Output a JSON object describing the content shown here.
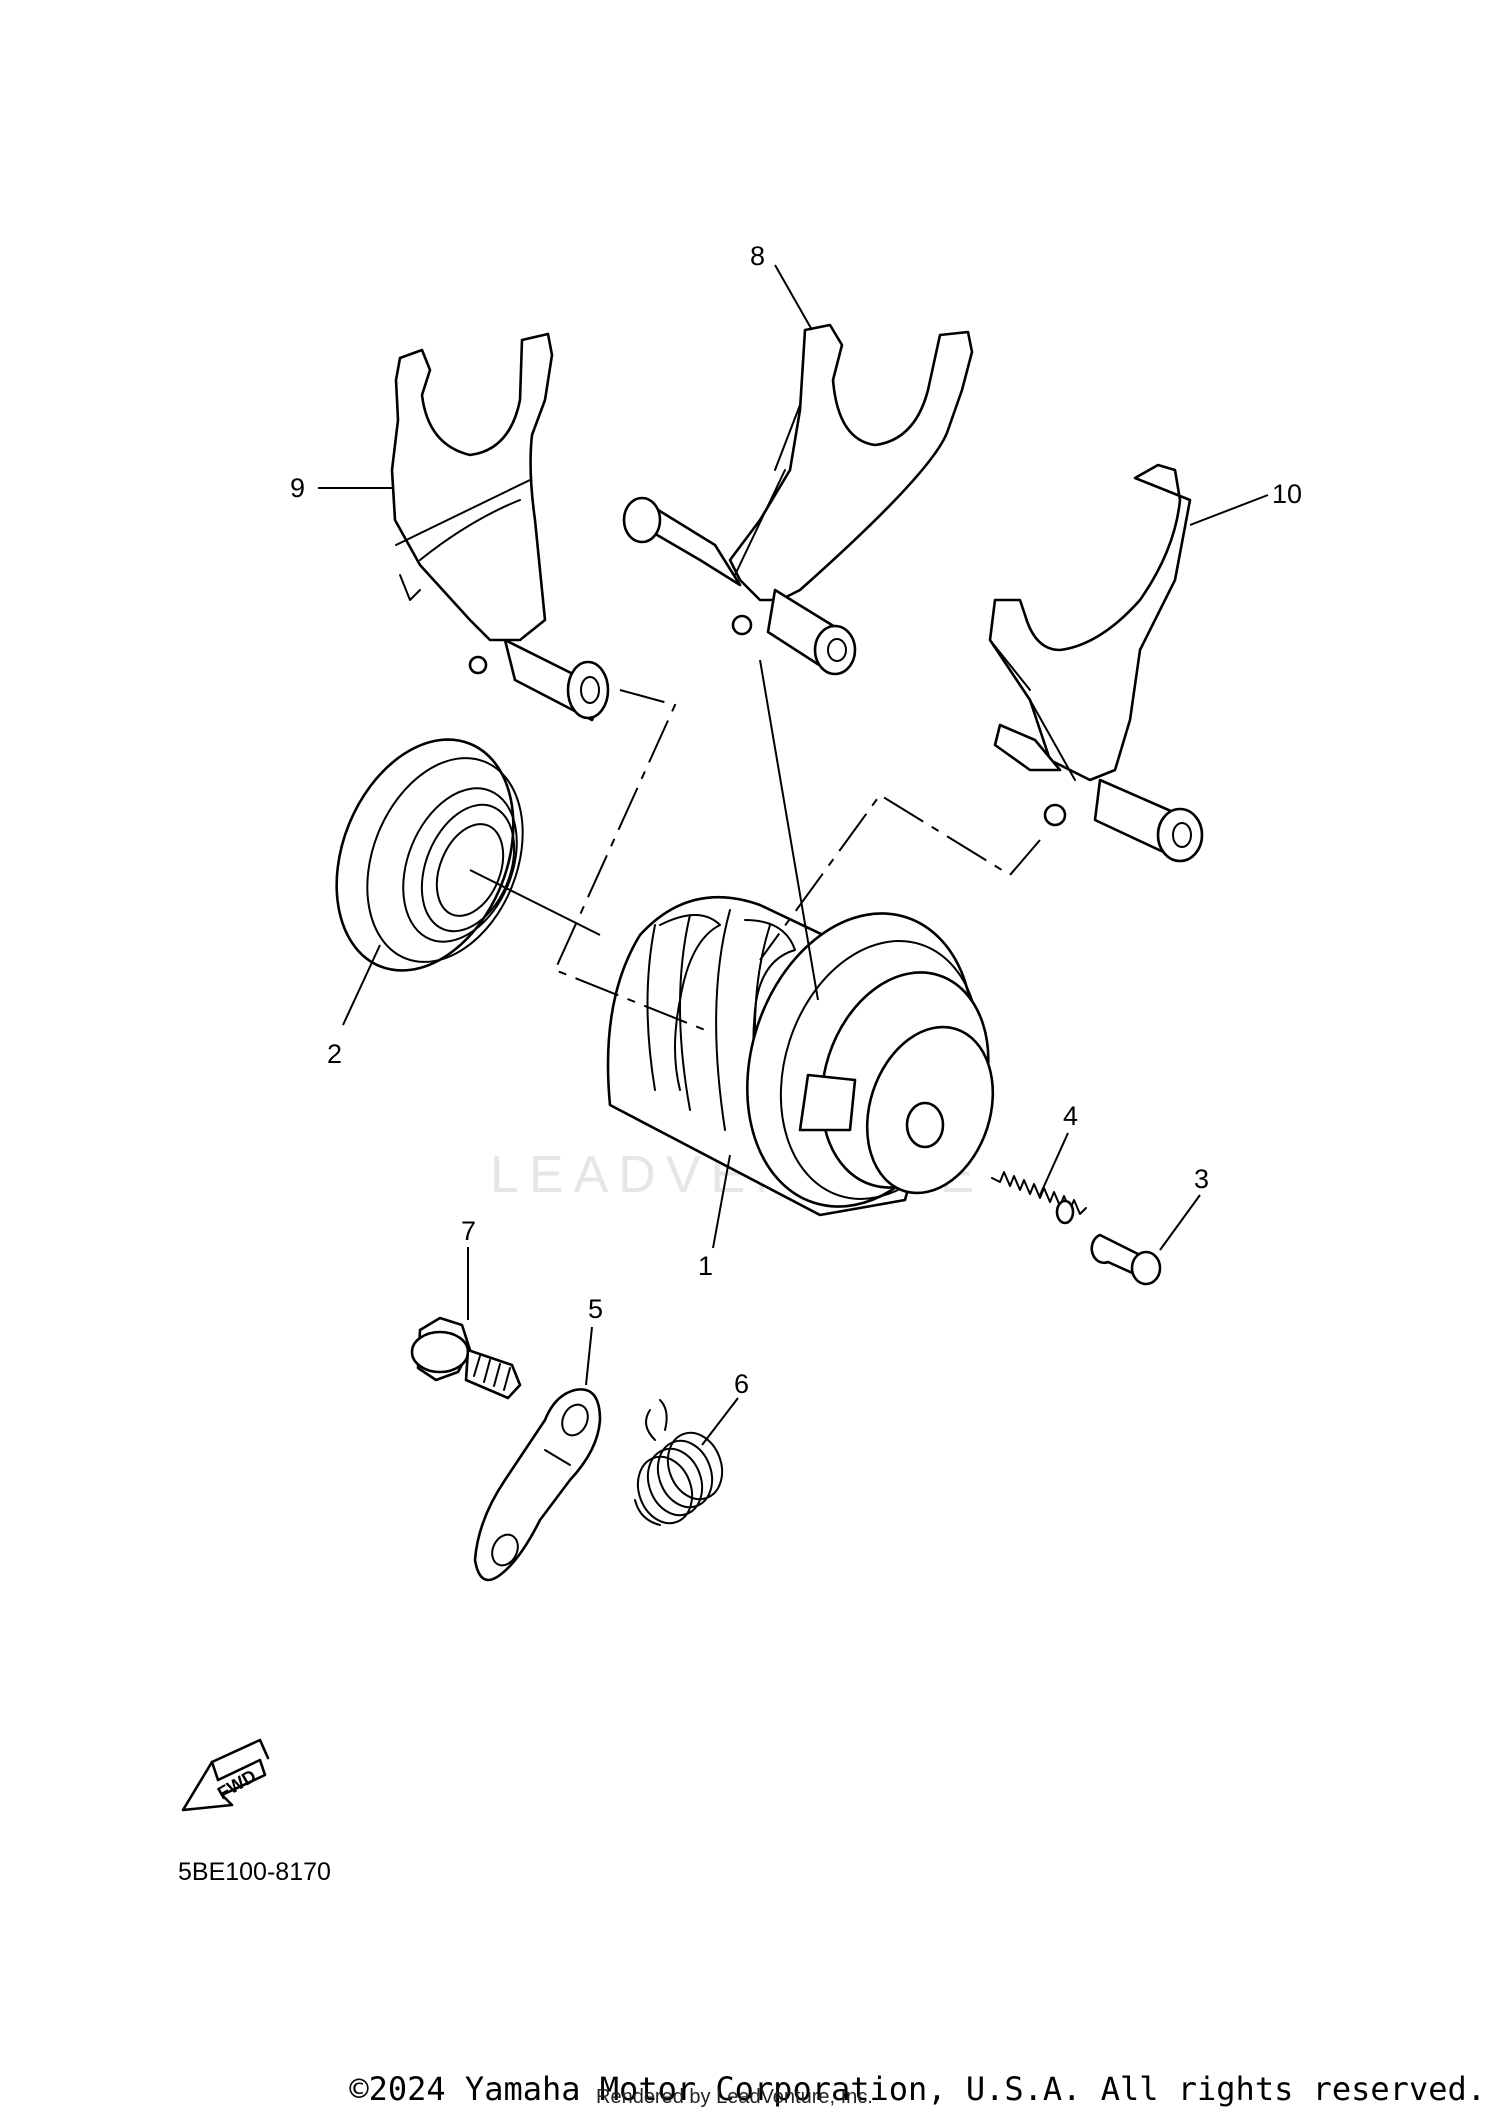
{
  "diagram": {
    "callouts": {
      "p1": "1",
      "p2": "2",
      "p3": "3",
      "p4": "4",
      "p5": "5",
      "p6": "6",
      "p7": "7",
      "p8": "8",
      "p9": "9",
      "p10": "10"
    },
    "watermark": "LEADVENTURE",
    "fwd_label": "FWD",
    "diagram_code": "5BE100-8170"
  },
  "footer": {
    "copyright": "©2024 Yamaha Motor Corporation, U.S.A. All rights reserved.",
    "rendered_by": "Rendered by LeadVenture, Inc."
  }
}
